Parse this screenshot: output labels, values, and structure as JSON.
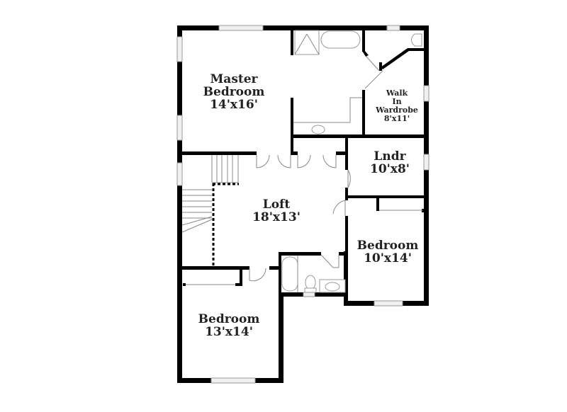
{
  "floor_plan": {
    "rooms": [
      {
        "name": "Master Bedroom",
        "line1": "Master",
        "line2": "Bedroom",
        "dims": "14'x16'"
      },
      {
        "name": "Walk In Wardrobe",
        "line1": "Walk",
        "line2": "In",
        "line3": "Wardrobe",
        "dims": "8'x11'"
      },
      {
        "name": "Lndr",
        "line1": "Lndr",
        "dims": "10'x8'"
      },
      {
        "name": "Loft",
        "line1": "Loft",
        "dims": "18'x13'"
      },
      {
        "name": "Bedroom",
        "line1": "Bedroom",
        "dims": "10'x14'"
      },
      {
        "name": "Bedroom",
        "line1": "Bedroom",
        "dims": "13'x14'"
      }
    ],
    "colors": {
      "wall": "#000000",
      "background": "#ffffff",
      "text": "#222222"
    }
  }
}
